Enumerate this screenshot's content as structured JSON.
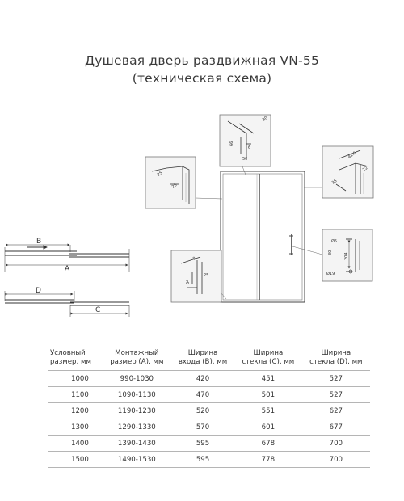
{
  "title": {
    "line1": "Душевая дверь раздвижная VN-55",
    "line2": "(техническая схема)"
  },
  "diagram": {
    "top_view_1": {
      "label_b": "B",
      "label_a": "A"
    },
    "top_view_2": {
      "label_d": "D",
      "label_c": "C"
    },
    "detail_top": {
      "dim_1": "30",
      "dim_2": "66",
      "dim_3": "6",
      "dim_4": "50"
    },
    "detail_left": {
      "dim_1": "25",
      "dim_2": "25"
    },
    "detail_right_top": {
      "dim_1": "41.5",
      "dim_2": "22",
      "dim_3": "35"
    },
    "detail_handle": {
      "dim_1": "Ø5",
      "dim_2": "204",
      "dim_3": "Ø19",
      "dim_4": "30"
    },
    "detail_bottom": {
      "dim_1": "8",
      "dim_2": "25",
      "dim_3": "64"
    }
  },
  "table": {
    "headers": [
      [
        "Условный",
        "размер, мм"
      ],
      [
        "Монтажный",
        "размер (А), мм"
      ],
      [
        "Ширина",
        "входа (B), мм"
      ],
      [
        "Ширина",
        "стекла (C), мм"
      ],
      [
        "Ширина",
        "стекла (D), мм"
      ]
    ],
    "rows": [
      [
        "1000",
        "990-1030",
        "420",
        "451",
        "527"
      ],
      [
        "1100",
        "1090-1130",
        "470",
        "501",
        "527"
      ],
      [
        "1200",
        "1190-1230",
        "520",
        "551",
        "627"
      ],
      [
        "1300",
        "1290-1330",
        "570",
        "601",
        "677"
      ],
      [
        "1400",
        "1390-1430",
        "595",
        "678",
        "700"
      ],
      [
        "1500",
        "1490-1530",
        "595",
        "778",
        "700"
      ]
    ]
  }
}
